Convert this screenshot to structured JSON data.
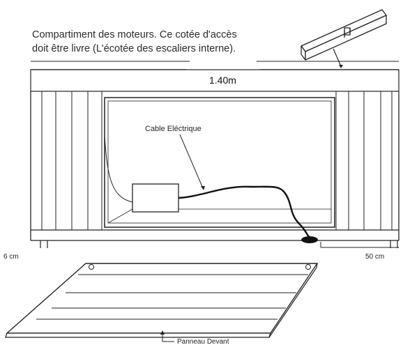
{
  "note": {
    "line1": "Compartiment des moteurs. Ce cotée d'accès",
    "line2": "doit être livre (L'écotée des escaliers interne)."
  },
  "labels": {
    "width": "1.40m",
    "cable": "Cable Eléctrique",
    "left_gap": "6 cm",
    "right_gap": "50 cm",
    "front_panel": "Panneau Devant"
  }
}
